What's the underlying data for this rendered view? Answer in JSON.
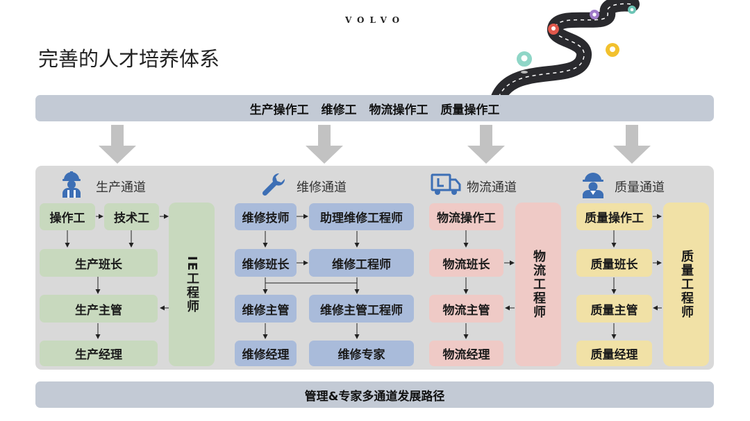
{
  "brand": "VOLVO",
  "title": "完善的人才培养体系",
  "top_band": "生产操作工  维修工  物流操作工  质量操作工",
  "bottom_band": "管理&专家多通道发展路径",
  "channels": {
    "production": {
      "label": "生产通道",
      "icon": "worker-icon",
      "color": "#c8d9be",
      "operator": "操作工",
      "technician": "技术工",
      "team_leader": "生产班长",
      "supervisor": "生产主管",
      "manager": "生产经理",
      "engineer": "IE工程师"
    },
    "maintenance": {
      "label": "维修通道",
      "icon": "wrench-icon",
      "color": "#a9bbda",
      "technician": "维修技师",
      "assistant_engineer": "助理维修工程师",
      "team_leader": "维修班长",
      "engineer": "维修工程师",
      "supervisor": "维修主管",
      "supervisor_engineer": "维修主管工程师",
      "manager": "维修经理",
      "expert": "维修专家"
    },
    "logistics": {
      "label": "物流通道",
      "icon": "truck-icon",
      "color": "#efcac6",
      "operator": "物流操作工",
      "team_leader": "物流班长",
      "supervisor": "物流主管",
      "manager": "物流经理",
      "engineer": "物流工程师"
    },
    "quality": {
      "label": "质量通道",
      "icon": "inspector-icon",
      "color": "#f1e1a6",
      "operator": "质量操作工",
      "team_leader": "质量班长",
      "supervisor": "质量主管",
      "manager": "质量经理",
      "engineer": "质量工程师"
    }
  }
}
